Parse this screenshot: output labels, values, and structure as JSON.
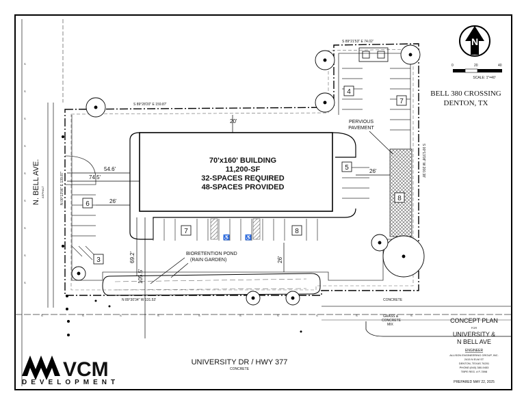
{
  "project": {
    "name": "BELL 380 CROSSING",
    "city": "DENTON, TX"
  },
  "scale": {
    "ticks": [
      "0",
      "20",
      "40"
    ],
    "label": "SCALE: 1\"=40'"
  },
  "building": {
    "size": "70'x160' BUILDING",
    "area": "11,200-SF",
    "required": "32-SPACES REQUIRED",
    "provided": "48-SPACES PROVIDED"
  },
  "stalls": [
    "4",
    "7",
    "5",
    "8",
    "6",
    "7",
    "8",
    "3"
  ],
  "dimensions": {
    "north_setback": "20'",
    "west_to_building_1": "54.6'",
    "west_to_building_2": "74.5'",
    "west_aisle": "26'",
    "east_aisle": "26'",
    "south_aisle": "26'",
    "depth_1": "69.2'",
    "depth_2": "105.5'"
  },
  "bearings": {
    "north": "S 89°28'20\" E 159.87'",
    "northeast": "S 89°21'53\" E 74.02'",
    "east": "S 00°13'08\" W 200.38'",
    "west": "N 00°13'06\" E 139.87'",
    "south": "N 89°30'34\" W 131.53'"
  },
  "labels": {
    "pervious": "PERVIOUS",
    "pavement": "PAVEMENT",
    "pond_1": "BIORETENTION POND",
    "pond_2": "(RAIN GARDEN)",
    "concrete": "CONCRETE",
    "grass": "GRASS &",
    "grass_2": "CONCRETE",
    "grass_3": "MIX",
    "asphalt": "ASPHALT"
  },
  "roads": {
    "west": "N. BELL AVE.",
    "south": "UNIVERSITY DR / HWY 377",
    "south_sub": "CONCRETE"
  },
  "title_block": {
    "line1": "CONCEPT PLAN",
    "line2": "FOR",
    "line3": "UNIVERSITY &",
    "line4": "N BELL AVE",
    "engineer": "ENGINEER",
    "firm": "ALLISON ENGINEERING GROUP, INC.",
    "address": "2415 N ELM ST",
    "city": "DENTON, TEXAS 76201",
    "phone": "PHONE:(940) 380-9453",
    "tbpe": "TBPE REG. # F-7898",
    "prepared": "PREPARED MAY 22, 2025"
  },
  "logo": {
    "mark": "VCM",
    "sub": "DEVELOPMENT"
  },
  "north_arrow": "N"
}
